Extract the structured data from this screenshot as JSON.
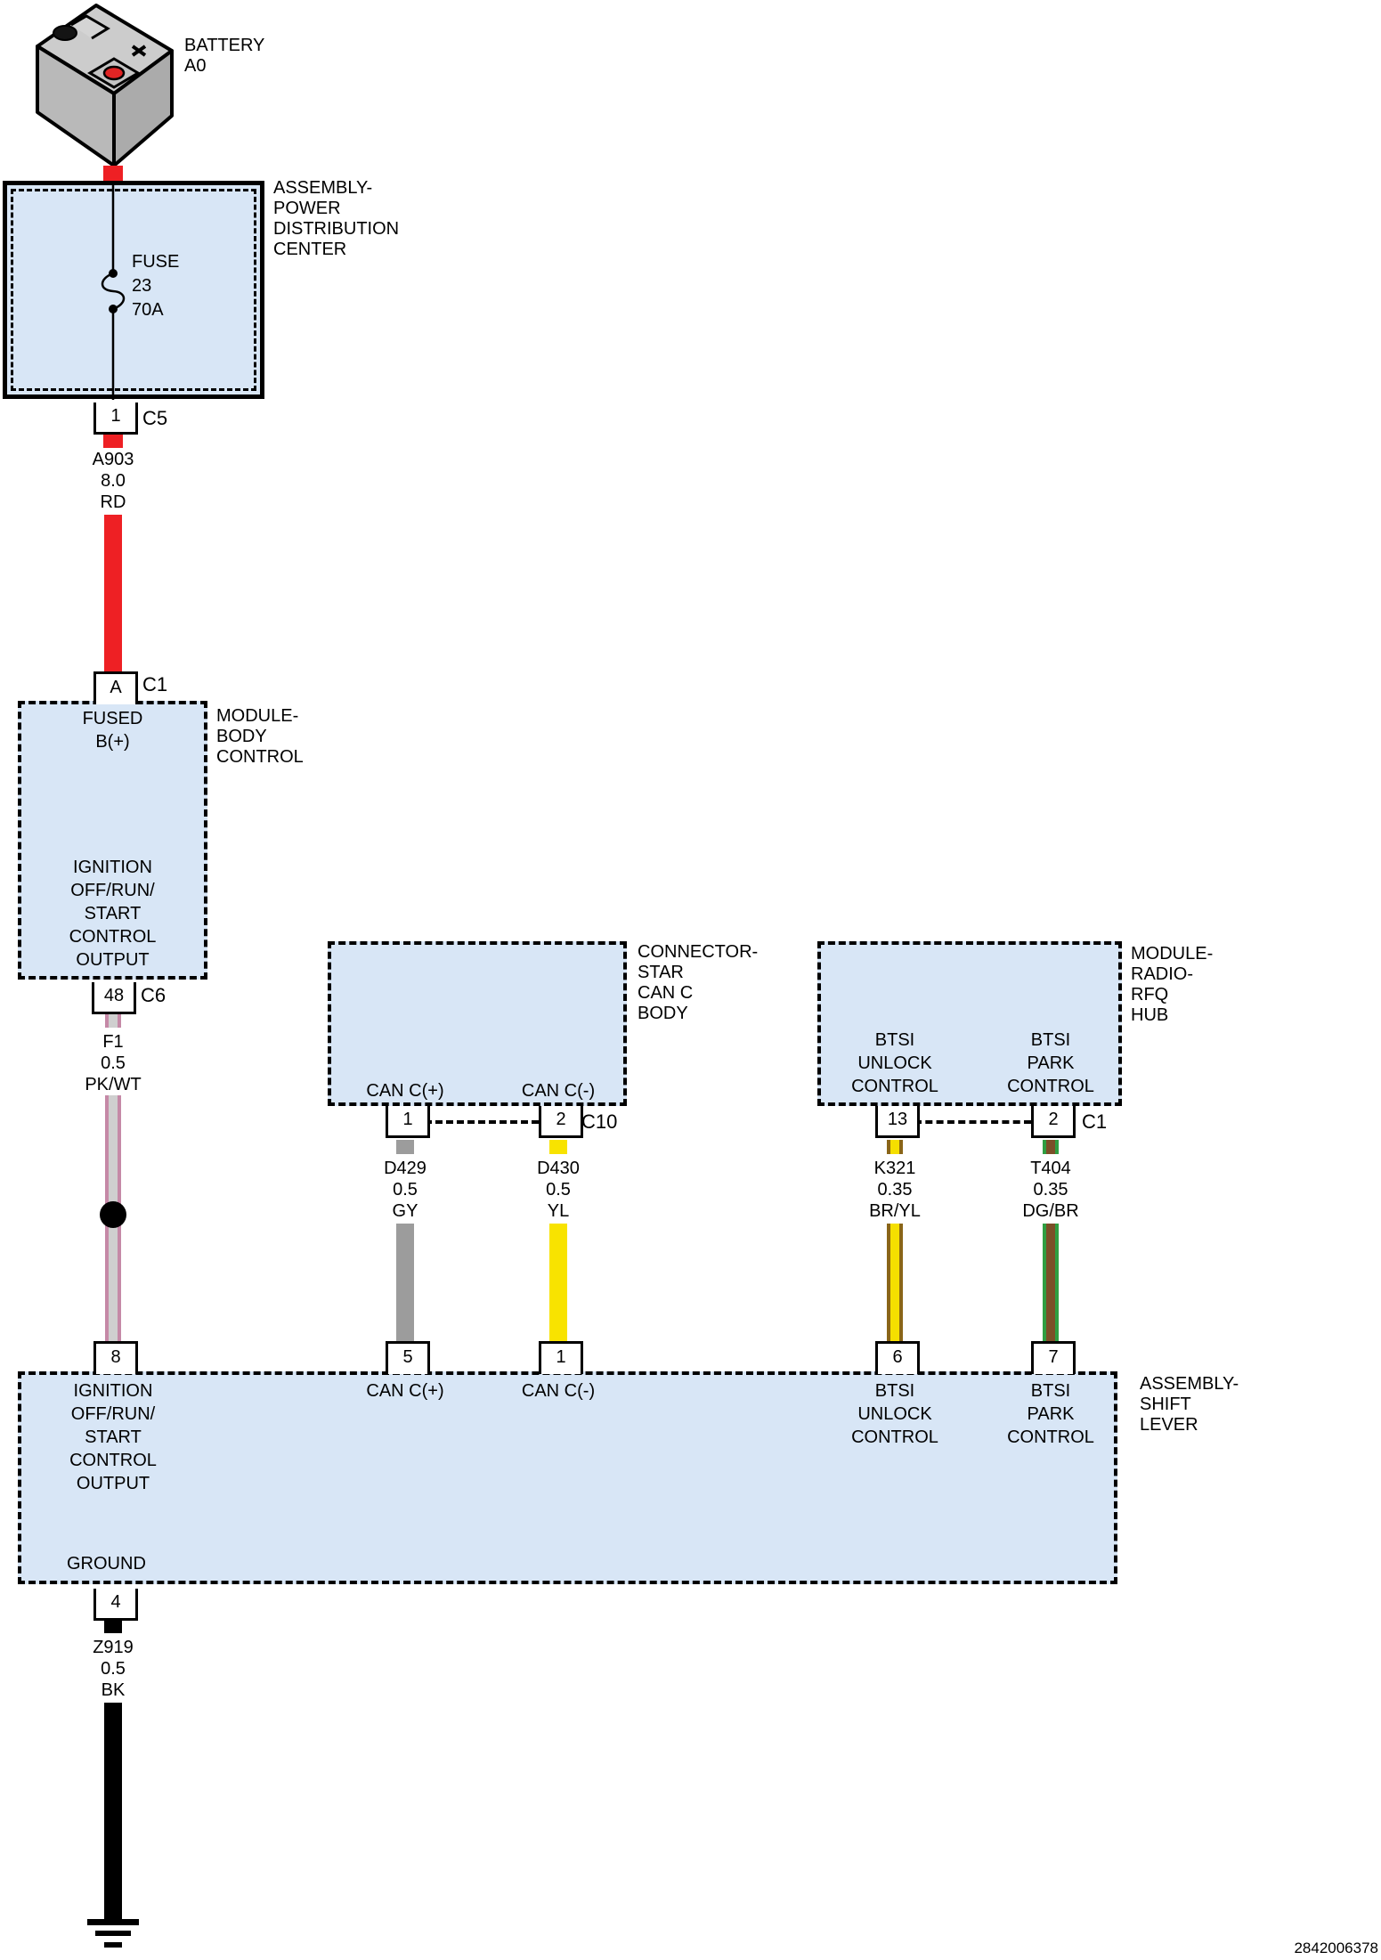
{
  "diagram": {
    "part_number": "2842006378",
    "colors": {
      "module_fill": "#d8e6f6",
      "red": "#ee2024",
      "gray": "#9c9c9c",
      "yellow": "#f8e300",
      "pink": "#c589a7",
      "white_tracer": "#cfcfcf",
      "brown": "#8a6517",
      "dark_green": "#2f9e41",
      "tracer_brown": "#7b4f28",
      "black": "#000000"
    },
    "battery": {
      "label": "BATTERY\nA0"
    },
    "pdc": {
      "label": "ASSEMBLY-\nPOWER\nDISTRIBUTION\nCENTER",
      "fuse_label": "FUSE\n23\n70A",
      "pin": "1",
      "connector": "C5"
    },
    "wire_a903": {
      "label": "A903\n8.0\nRD"
    },
    "bcm": {
      "label": "MODULE-\nBODY\nCONTROL",
      "pin_in": "A",
      "conn_in": "C1",
      "fused": "FUSED\nB(+)",
      "output": "IGNITION\nOFF/RUN/\nSTART\nCONTROL\nOUTPUT",
      "pin_out": "48",
      "conn_out": "C6"
    },
    "wire_f1": {
      "label": "F1\n0.5\nPK/WT"
    },
    "star": {
      "label": "CONNECTOR-\nSTAR\nCAN C\nBODY",
      "can_plus": "CAN C(+)",
      "can_minus": "CAN C(-)",
      "pin1": "1",
      "pin2": "2",
      "connector": "C10"
    },
    "wire_d429": {
      "label": "D429\n0.5\nGY"
    },
    "wire_d430": {
      "label": "D430\n0.5\nYL"
    },
    "hub": {
      "label": "MODULE-\nRADIO-\nRFQ\nHUB",
      "unlock": "BTSI\nUNLOCK\nCONTROL",
      "park": "BTSI\nPARK\nCONTROL",
      "pin1": "13",
      "pin2": "2",
      "connector": "C1"
    },
    "wire_k321": {
      "label": "K321\n0.35\nBR/YL"
    },
    "wire_t404": {
      "label": "T404\n0.35\nDG/BR"
    },
    "shift": {
      "label": "ASSEMBLY-\nSHIFT\nLEVER",
      "ignition": "IGNITION\nOFF/RUN/\nSTART\nCONTROL\nOUTPUT",
      "can_plus": "CAN C(+)",
      "can_minus": "CAN C(-)",
      "unlock": "BTSI\nUNLOCK\nCONTROL",
      "park": "BTSI\nPARK\nCONTROL",
      "ground": "GROUND",
      "pin8": "8",
      "pin5": "5",
      "pin1": "1",
      "pin6": "6",
      "pin7": "7",
      "pin4": "4"
    },
    "wire_z919": {
      "label": "Z919\n0.5\nBK"
    }
  }
}
